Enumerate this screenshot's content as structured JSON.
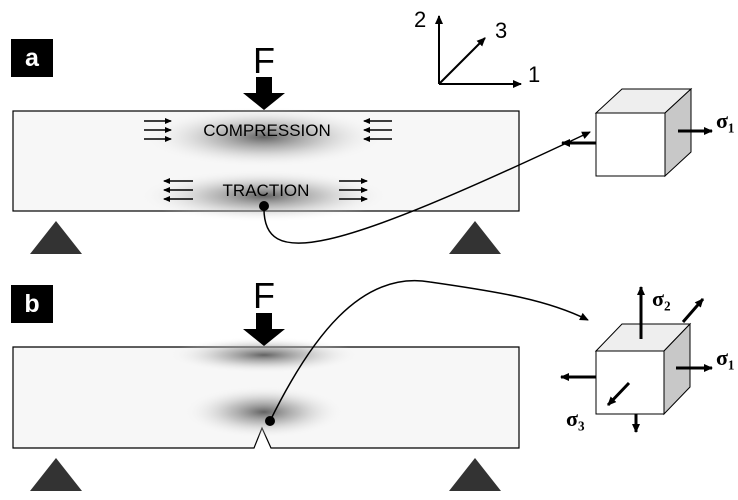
{
  "panels": {
    "a": {
      "tag": "a",
      "force_label": "F",
      "compression_label": "COMPRESSION",
      "traction_label": "TRACTION"
    },
    "b": {
      "tag": "b",
      "force_label": "F"
    }
  },
  "axes": {
    "axis_1": "1",
    "axis_2": "2",
    "axis_3": "3"
  },
  "stress_labels": {
    "sigma_1_a": "σ₁",
    "sigma_1_b": "σ₁",
    "sigma_2_b": "σ₂",
    "sigma_3_b": "σ₃"
  },
  "colors": {
    "beam_fill": "#f7f7f7",
    "support_fill": "#333333",
    "cube_front": "#ffffff",
    "cube_side": "#c8c8c8",
    "cube_top": "#eeeeee"
  }
}
